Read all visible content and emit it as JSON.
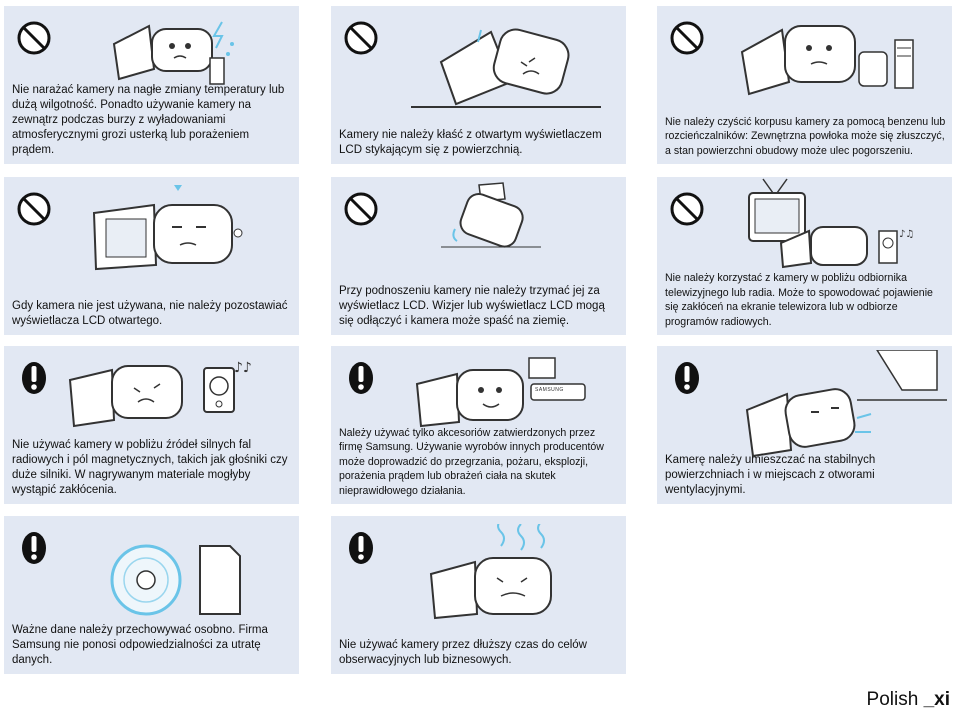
{
  "panels": [
    {
      "sign": "prohibition",
      "illustration": "camcorder-rain-lightning",
      "caption": "Nie narażać kamery na nagłe zmiany temperatury lub dużą wilgotność. Ponadto używanie kamery na zewnątrz podczas burzy z wyładowaniami atmosferycznymi grozi usterką lub porażeniem prądem."
    },
    {
      "sign": "prohibition",
      "illustration": "camcorder-lcd-down",
      "caption": "Kamery nie należy kłaść z otwartym wyświetlaczem LCD stykającym się z powierzchnią."
    },
    {
      "sign": "prohibition",
      "illustration": "camcorder-benzene",
      "caption": "Nie należy czyścić korpusu kamery za pomocą benzenu lub rozcieńczalników: Zewnętrzna powłoka może się złuszczyć, a stan powierzchni obudowy może ulec pogorszeniu."
    },
    {
      "sign": "prohibition",
      "illustration": "camcorder-lcd-open-tired",
      "caption": "Gdy kamera nie jest używana, nie należy pozostawiać wyświetlacza LCD otwartego."
    },
    {
      "sign": "prohibition",
      "illustration": "camcorder-held-by-lcd",
      "caption": "Przy podnoszeniu kamery nie należy trzymać jej za wyświetlacz LCD. Wizjer lub wyświetlacz LCD mogą się odłączyć i kamera może spaść na ziemię."
    },
    {
      "sign": "prohibition",
      "illustration": "camcorder-near-tv",
      "caption": "Nie należy korzystać z kamery w pobliżu odbiornika telewizyjnego lub radia. Może to spowodować pojawienie się zakłóceń na ekranie telewizora lub w odbiorze programów radiowych."
    },
    {
      "sign": "caution",
      "illustration": "camcorder-speaker",
      "caption": "Nie używać kamery w pobliżu źródeł silnych fal radiowych i pól magnetycznych, takich jak głośniki czy duże silniki. W nagrywanym materiale mogłyby wystąpić zakłócenia."
    },
    {
      "sign": "caution",
      "illustration": "camcorder-accessories",
      "caption": "Należy używać tylko akcesoriów zatwierdzonych przez firmę Samsung. Używanie wyrobów innych producentów może doprowadzić do przegrzania, pożaru, eksplozji, porażenia prądem lub obrażeń ciała na skutek nieprawidłowego działania."
    },
    {
      "sign": "caution",
      "illustration": "camcorder-stable-surface",
      "caption": "Kamerę należy umieszczać na stabilnych powierzchniach i w miejscach z otworami wentylacyjnymi."
    },
    {
      "sign": "caution",
      "illustration": "disc-and-memory-card",
      "caption": "Ważne dane należy przechowywać osobno. Firma Samsung nie ponosi odpowiedzialności za utratę danych."
    },
    {
      "sign": "caution",
      "illustration": "camcorder-overheated",
      "caption": "Nie używać kamery przez dłuższy czas do celów obserwacyjnych lub biznesowych."
    }
  ],
  "samsung_label": "SAMSUNG",
  "footer": {
    "language": "Polish",
    "page": "_xi"
  },
  "colors": {
    "panel": "#e2e8f3",
    "accent": "#6ac4e8",
    "line": "#333333"
  }
}
